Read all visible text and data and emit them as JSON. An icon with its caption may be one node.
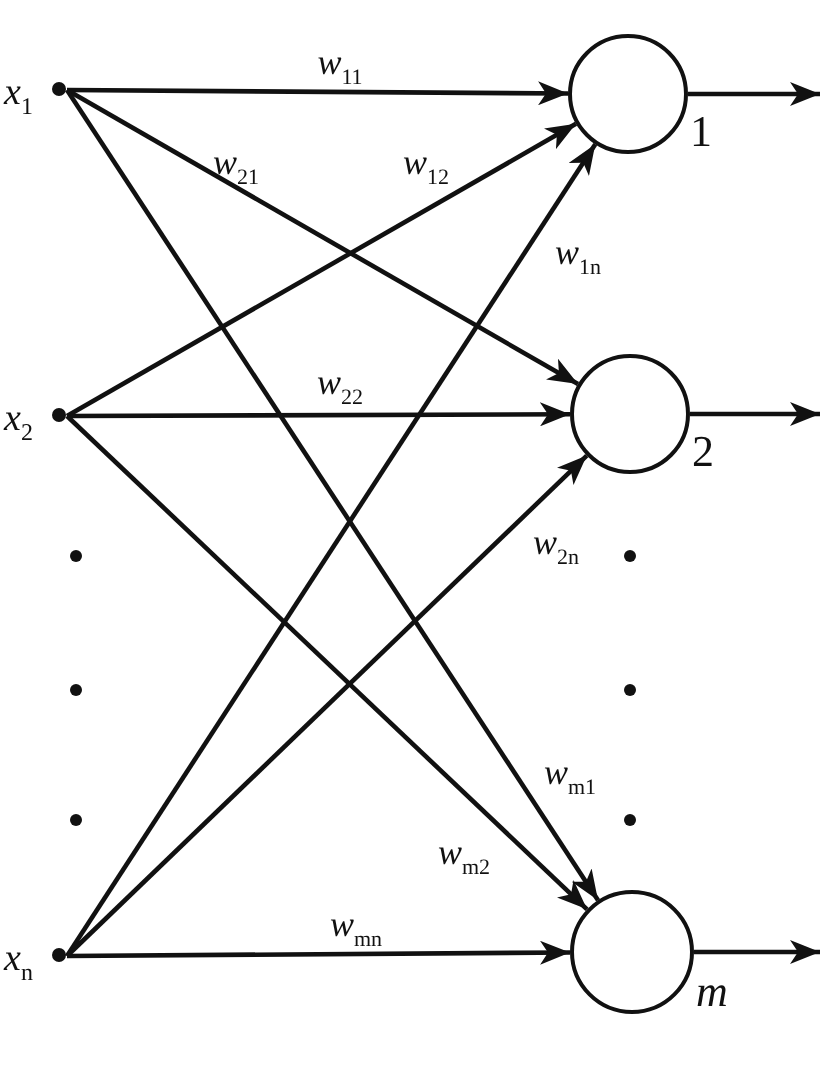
{
  "diagram": {
    "nodes": [
      {
        "text": [
          "*x*$_{1}$"
        ]
      },
      {
        "text": [
          "*x*$_{2}$"
        ]
      },
      {
        "text": [
          "*x*$_{n}$"
        ]
      },
      {
        "text": [],
        "shape": "circle",
        "beside": [
          "1"
        ]
      },
      {
        "text": [],
        "shape": "circle",
        "beside": [
          "2"
        ]
      },
      {
        "text": [],
        "shape": "circle",
        "beside": [
          "m"
        ]
      }
    ],
    "edges": [
      {
        "from": 0,
        "to": 3,
        "arrow": "to",
        "label": "*w*$_{11}$"
      },
      {
        "from": 0,
        "to": 4,
        "arrow": "to",
        "label": "*w*$_{21}$"
      },
      {
        "from": 0,
        "to": 5,
        "arrow": "to",
        "label": "*w*$_{m1}$"
      },
      {
        "from": 1,
        "to": 3,
        "arrow": "to",
        "label": "*w*$_{12}$"
      },
      {
        "from": 1,
        "to": 4,
        "arrow": "to",
        "label": "*w*$_{22}$"
      },
      {
        "from": 1,
        "to": 5,
        "arrow": "to",
        "label": "*w*$_{m2}$"
      },
      {
        "from": 2,
        "to": 3,
        "arrow": "to",
        "label": "*w*$_{1n}$"
      },
      {
        "from": 2,
        "to": 4,
        "arrow": "to",
        "label": "*w*$_{2n}$"
      },
      {
        "from": 2,
        "to": 5,
        "arrow": "to",
        "label": "*w*$_{mn}$"
      },
      {
        "from": 3,
        "to": null,
        "arrow": "to"
      },
      {
        "from": 4,
        "to": null,
        "arrow": "to"
      },
      {
        "from": 5,
        "to": null,
        "arrow": "to"
      }
    ]
  }
}
